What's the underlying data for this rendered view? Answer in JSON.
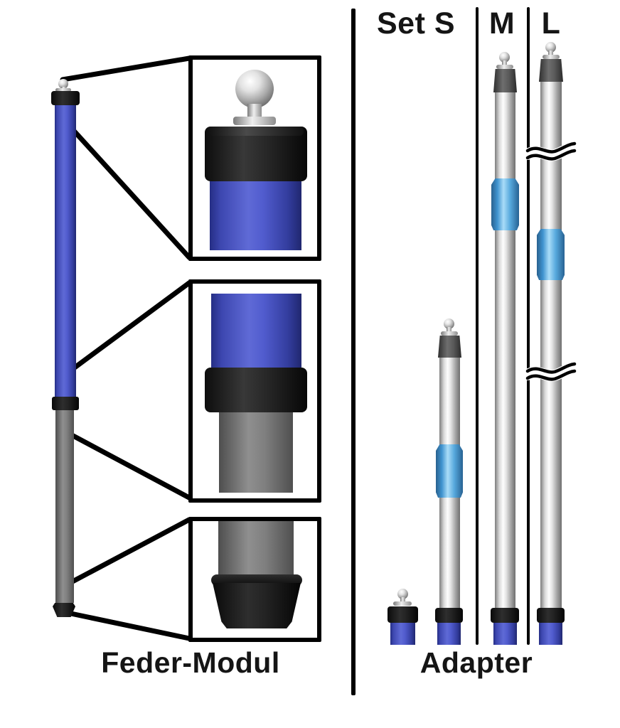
{
  "left_panel": {
    "caption": "Feder-Modul"
  },
  "right_panel": {
    "caption": "Adapter",
    "columns": [
      {
        "label": "Set S"
      },
      {
        "label": "M"
      },
      {
        "label": "L"
      }
    ]
  },
  "colors": {
    "module_blue": "#4a55c8",
    "collar_blue": "#57a9dd",
    "pole_silver": "#d9d9d9",
    "tube_gray": "#8c8c8c",
    "cap_black": "#0a0a0a",
    "line_black": "#000000"
  }
}
